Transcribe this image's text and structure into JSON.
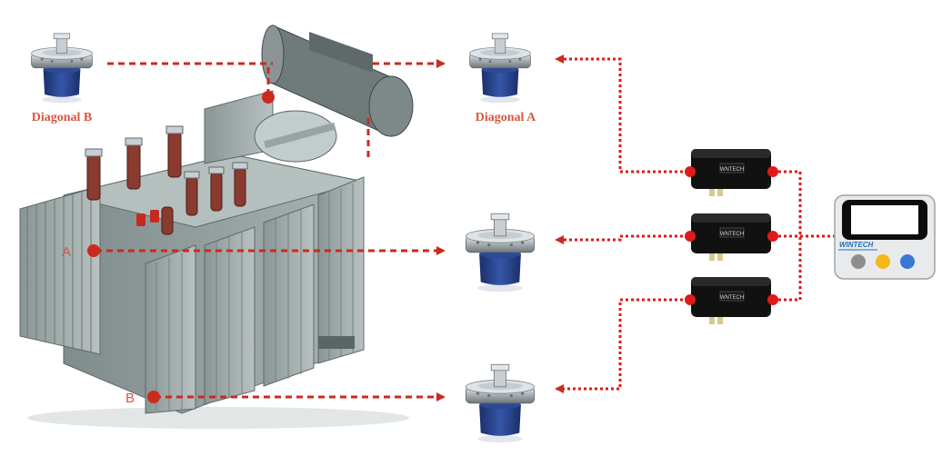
{
  "labels": {
    "diagonal_b": "Diagonal B",
    "diagonal_a": "Diagonal A",
    "point_a": "A",
    "point_b": "B"
  },
  "monitor": {
    "brand": "WINTECH",
    "buttons": [
      "gray",
      "yellow",
      "blue"
    ]
  },
  "modules": [
    {
      "label": "WNTECH"
    },
    {
      "label": "WNTECH"
    },
    {
      "label": "WNTECH"
    }
  ],
  "colors": {
    "accent_red": "#cc2a1e",
    "label_red": "#d9573f",
    "sensor_blue": "#23418f",
    "steel": "#9aa1a6",
    "module_black": "#111111",
    "brand_blue": "#1f6fbf"
  },
  "icons": {
    "sensor": "acoustic-sensor-icon",
    "module": "acquisition-module-icon",
    "monitor": "monitor-device-icon",
    "transformer": "power-transformer-icon"
  }
}
